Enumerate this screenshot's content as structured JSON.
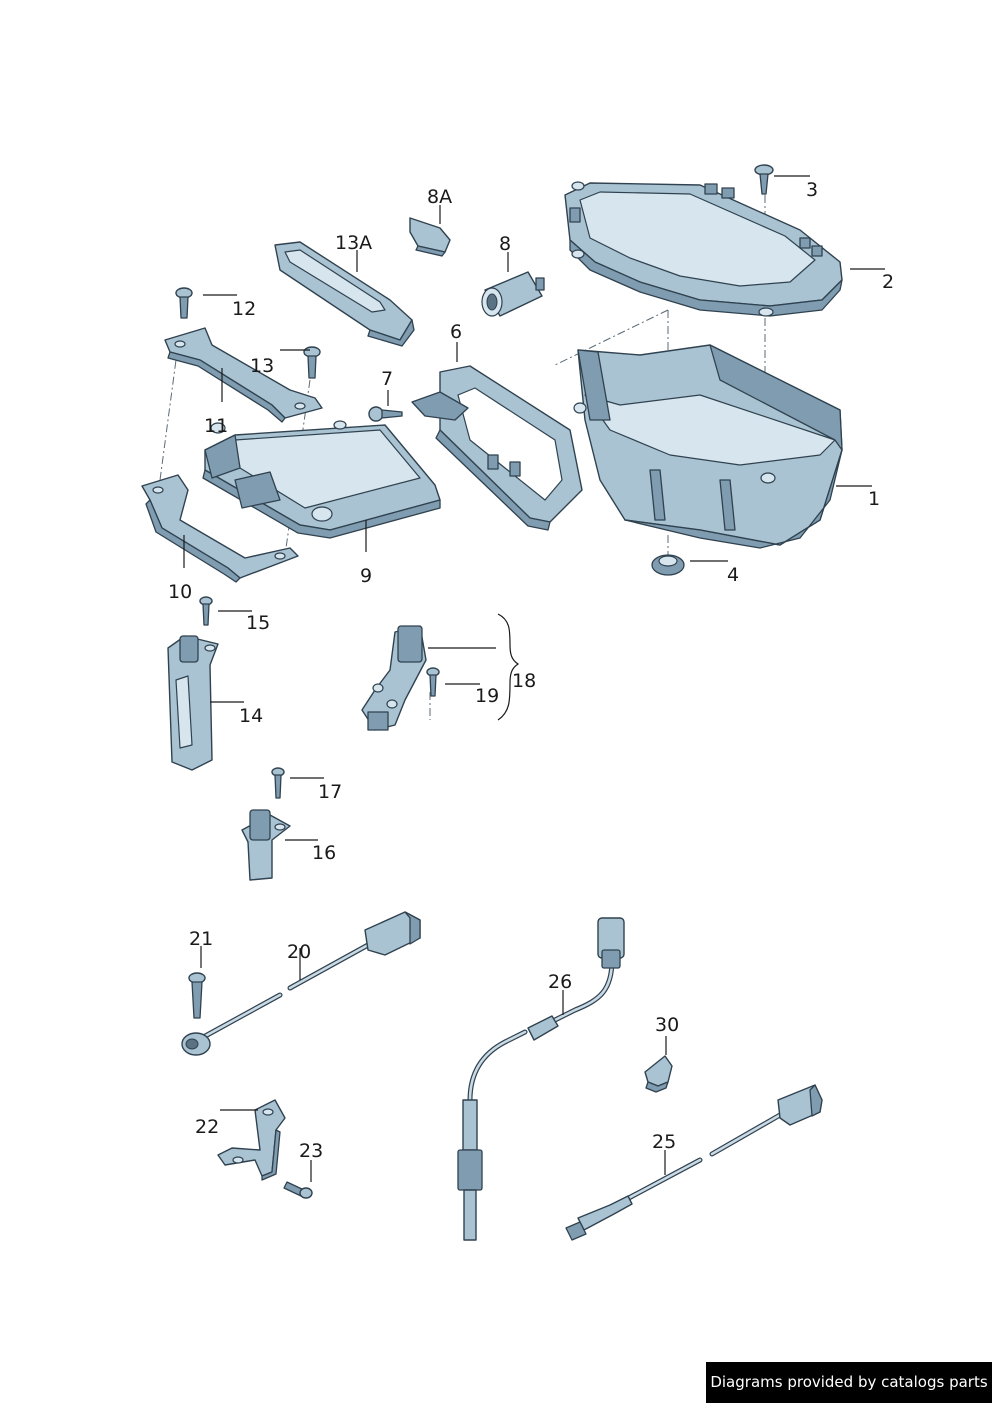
{
  "labels": {
    "p1": "1",
    "p2": "2",
    "p3": "3",
    "p4": "4",
    "p6": "6",
    "p7": "7",
    "p8": "8",
    "p8a": "8A",
    "p9": "9",
    "p10": "10",
    "p11": "11",
    "p12": "12",
    "p13": "13",
    "p13a": "13A",
    "p14": "14",
    "p15": "15",
    "p16": "16",
    "p17": "17",
    "p18": "18",
    "p19": "19",
    "p20": "20",
    "p21": "21",
    "p22": "22",
    "p23": "23",
    "p25": "25",
    "p26": "26",
    "p30": "30"
  },
  "credit": "Diagrams provided by catalogs parts",
  "colors": {
    "part_fill": "#a9c3d3",
    "part_shadow": "#7f9cb0",
    "outline": "#30424f",
    "credit_bg": "#000000",
    "credit_text": "#ffffff"
  }
}
